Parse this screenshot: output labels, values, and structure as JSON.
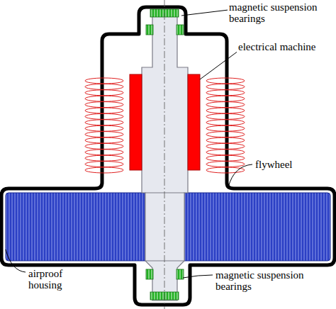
{
  "diagram": {
    "labels": [
      "magnetic suspension bearings",
      "electrical machine",
      "flywheel",
      "airproof housing",
      "magnetic suspension bearings"
    ]
  }
}
